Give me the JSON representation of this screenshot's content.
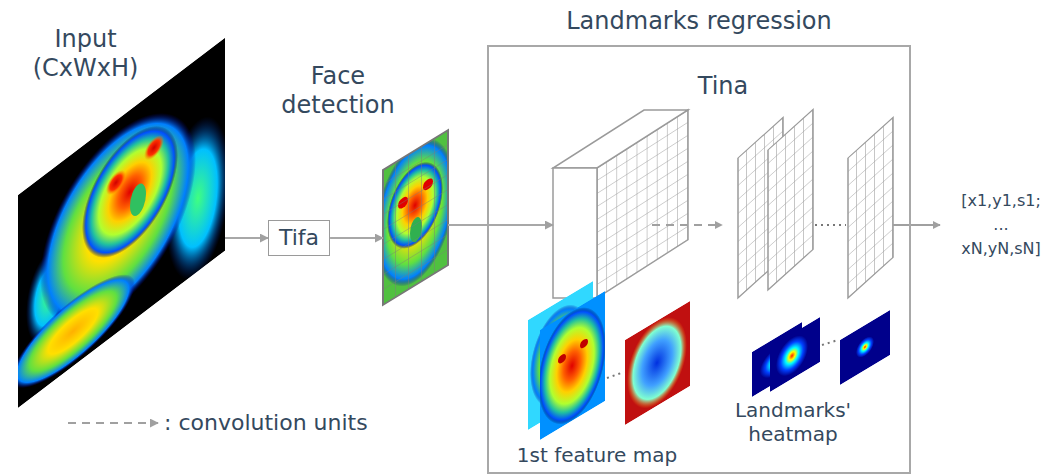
{
  "diagram": {
    "nodes": [
      {
        "text": [
          "Input (CxWxH)"
        ]
      },
      {
        "text": [
          "Tifa"
        ]
      },
      {
        "text": [
          "Face detection"
        ]
      },
      {
        "text": [
          "Landmarks regression"
        ]
      },
      {
        "text": [
          "Tina"
        ],
        "in": 3
      }
    ],
    "edges": [
      {
        "from": 0,
        "to": 1,
        "arrow": "to"
      },
      {
        "from": 1,
        "to": 2,
        "arrow": "to"
      },
      {
        "from": 2,
        "to": 4,
        "arrow": "to"
      }
    ],
    "labels": [
      "1st feature map",
      "Landmarks' heatmap",
      "[x1,y1,s1; ... xN,yN,sN]"
    ],
    "legend": [
      {
        "text": ": convolution units"
      }
    ]
  }
}
